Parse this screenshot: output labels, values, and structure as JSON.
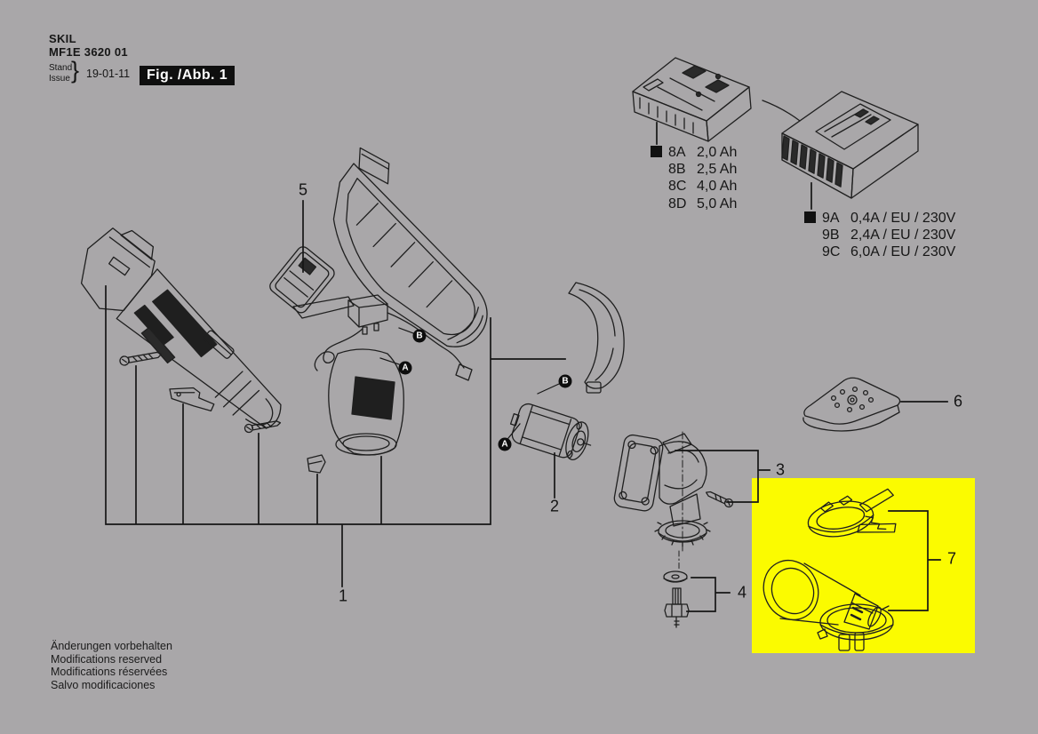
{
  "header": {
    "brand": "SKIL",
    "model": "MF1E 3620 01",
    "stand_label": "Stand",
    "issue_label": "Issue",
    "brace": "}",
    "date": "19-01-11",
    "figure_badge": "Fig. /Abb. 1"
  },
  "battery_options": {
    "items": [
      {
        "code": "8A",
        "value": "2,0 Ah"
      },
      {
        "code": "8B",
        "value": "2,5 Ah"
      },
      {
        "code": "8C",
        "value": "4,0 Ah"
      },
      {
        "code": "8D",
        "value": "5,0 Ah"
      }
    ]
  },
  "charger_options": {
    "items": [
      {
        "code": "9A",
        "value": "0,4A / EU / 230V"
      },
      {
        "code": "9B",
        "value": "2,4A / EU / 230V"
      },
      {
        "code": "9C",
        "value": "6,0A / EU / 230V"
      }
    ]
  },
  "callouts": {
    "n1": "1",
    "n2": "2",
    "n3": "3",
    "n4": "4",
    "n5": "5",
    "n6": "6",
    "n7": "7",
    "a": "A",
    "b": "B"
  },
  "highlight": {
    "color": "#FBFB00"
  },
  "footer": {
    "lines": [
      "Änderungen vorbehalten",
      "Modifications reserved",
      "Modifications réservées",
      "Salvo modificaciones"
    ]
  }
}
